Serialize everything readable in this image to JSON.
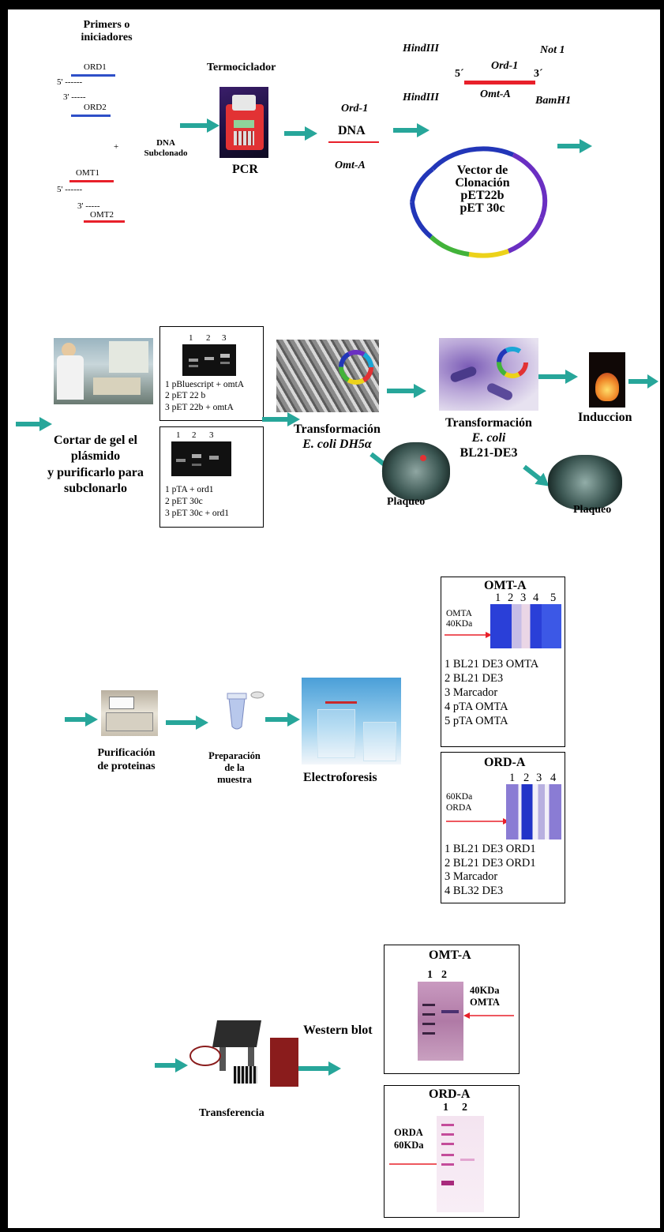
{
  "colors": {
    "arrow": "#27a69a",
    "red": "#e8202a",
    "blue": "#2e4fc8",
    "black_frame": "#000000"
  },
  "row1": {
    "primers_title": [
      "Primers o",
      "iniciadores"
    ],
    "ord1": "ORD1",
    "ord2": "ORD2",
    "omt1": "OMT1",
    "omt2": "OMT2",
    "five_prime_a": "5' ------",
    "three_prime_a": "3' -----",
    "five_prime_b": "5' ------",
    "three_prime_b": "3' -----",
    "plus": "+",
    "dna_subclonado": [
      "DNA",
      "Subclonado"
    ],
    "termociclador": "Termociclador",
    "pcr": "PCR",
    "ord_1": "Ord-1",
    "dna": "DNA",
    "omt_a": "Omt-A",
    "hindiii_top": "HindIII",
    "hindiii_bottom": "HindIII",
    "not1": "Not 1",
    "bamh1": "BamH1",
    "five_prime": "5´",
    "three_prime": "3´",
    "insert_ord1": "Ord-1",
    "insert_omta": "Omt-A",
    "vector_lines": [
      "Vector de",
      "Clonación",
      "pET22b",
      "pET 30c"
    ]
  },
  "row2": {
    "cortar": [
      "Cortar de gel el",
      "plásmido",
      "y purificarlo para",
      "subclonarlo"
    ],
    "gel1_lanes": [
      "1",
      "2",
      "3"
    ],
    "gel1_legend": [
      "1 pBluescript + omtA",
      "2 pET 22 b",
      "3 pET 22b + omtA"
    ],
    "gel2_lanes": [
      "1",
      "2",
      "3"
    ],
    "gel2_legend": [
      "1 pTA + ord1",
      "2 pET 30c",
      "3 pET 30c + ord1"
    ],
    "transf1": [
      "Transformación",
      "E. coli DH5α"
    ],
    "transf2": [
      "Transformación",
      "E. coli",
      "BL21-DE3"
    ],
    "plaqueo1": "Plaqueo",
    "plaqueo2": "Plaqueo",
    "induccion": "Induccion"
  },
  "row3": {
    "purificacion": [
      "Purificación",
      "de proteinas"
    ],
    "preparacion": [
      "Preparación",
      "de la",
      "muestra"
    ],
    "electroforesis": "Electroforesis",
    "omta_box": {
      "title": "OMT-A",
      "lanes": [
        "1",
        "2",
        "3",
        "4",
        "5"
      ],
      "marker": [
        "OMTA",
        "40KDa"
      ],
      "legend": [
        "1 BL21 DE3 OMTA",
        "2 BL21 DE3",
        "3 Marcador",
        "4 pTA OMTA",
        "5 pTA OMTA"
      ]
    },
    "orda_box": {
      "title": "ORD-A",
      "lanes": [
        "1",
        "2",
        "3",
        "4"
      ],
      "marker": [
        "60KDa",
        "ORDA"
      ],
      "legend": [
        "1 BL21 DE3 ORD1",
        "2 BL21 DE3 ORD1",
        "3 Marcador",
        "4 BL32 DE3"
      ]
    }
  },
  "row4": {
    "transferencia": "Transferencia",
    "western": "Western blot",
    "wb_omta": {
      "title": "OMT-A",
      "lanes": [
        "1",
        "2"
      ],
      "marker": [
        "40KDa",
        "OMTA"
      ]
    },
    "wb_orda": {
      "title": "ORD-A",
      "lanes": [
        "1",
        "2"
      ],
      "marker": [
        "ORDA",
        "60KDa"
      ]
    }
  }
}
